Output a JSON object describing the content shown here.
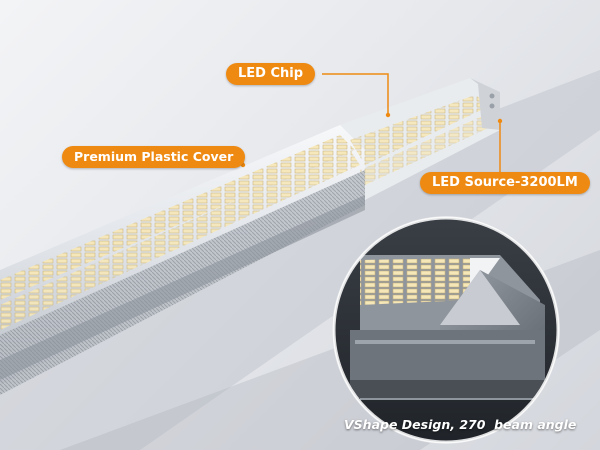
{
  "image": {
    "labels": {
      "led_chip": "LED Chip",
      "plastic_cover": "Premium Plastic Cover",
      "led_source": "LED Source-3200LM"
    },
    "caption": "VShape Design, 270  beam angle",
    "colors": {
      "accent": "#ee8a12",
      "background": "#e6e8ec",
      "leader_line": "#ee8a12"
    }
  }
}
